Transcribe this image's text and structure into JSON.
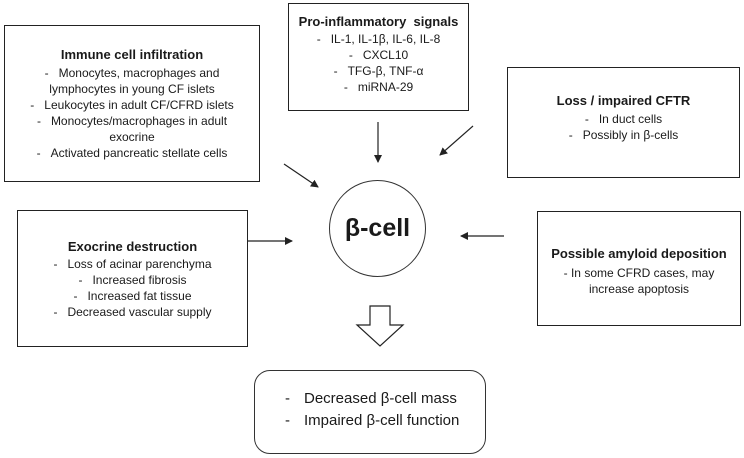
{
  "immune": {
    "title": "Immune cell infiltration",
    "items": [
      {
        "dash": "-",
        "text": "Monocytes, macrophages and"
      },
      {
        "dash": "",
        "text": "lymphocytes in young CF islets"
      },
      {
        "dash": "-",
        "text": "Leukocytes in adult CF/CFRD islets"
      },
      {
        "dash": "-",
        "text": "Monocytes/macrophages in adult"
      },
      {
        "dash": "",
        "text": "exocrine"
      },
      {
        "dash": "-",
        "text": "Activated pancreatic stellate cells"
      }
    ]
  },
  "proinflammatory": {
    "title": "Pro-inflammatory  signals",
    "items": [
      {
        "dash": "-",
        "text": "IL-1, IL-1β, IL-6, IL-8"
      },
      {
        "dash": "-",
        "text": "CXCL10"
      },
      {
        "dash": "-",
        "text": "TFG-β, TNF-α"
      },
      {
        "dash": "-",
        "text": "miRNA-29"
      }
    ]
  },
  "cftr": {
    "title": "Loss / impaired CFTR",
    "items": [
      {
        "dash": "-",
        "text": "In duct cells"
      },
      {
        "dash": "-",
        "text": "Possibly in β-cells"
      }
    ]
  },
  "exocrine": {
    "title": "Exocrine destruction",
    "items": [
      {
        "dash": "-",
        "text": "Loss of acinar parenchyma"
      },
      {
        "dash": "-",
        "text": "Increased fibrosis"
      },
      {
        "dash": "-",
        "text": "Increased fat tissue"
      },
      {
        "dash": "-",
        "text": "Decreased vascular supply"
      }
    ]
  },
  "amyloid": {
    "title": "Possible amyloid deposition",
    "items": [
      {
        "dash": "",
        "text": "- In some CFRD cases, may"
      },
      {
        "dash": "",
        "text": "increase apoptosis"
      }
    ]
  },
  "center": {
    "label": "β-cell"
  },
  "outcome": {
    "items": [
      {
        "dash": "-",
        "text": "Decreased β-cell mass"
      },
      {
        "dash": "-",
        "text": "Impaired β-cell function"
      }
    ]
  },
  "colors": {
    "line": "#222222",
    "background": "#ffffff"
  }
}
